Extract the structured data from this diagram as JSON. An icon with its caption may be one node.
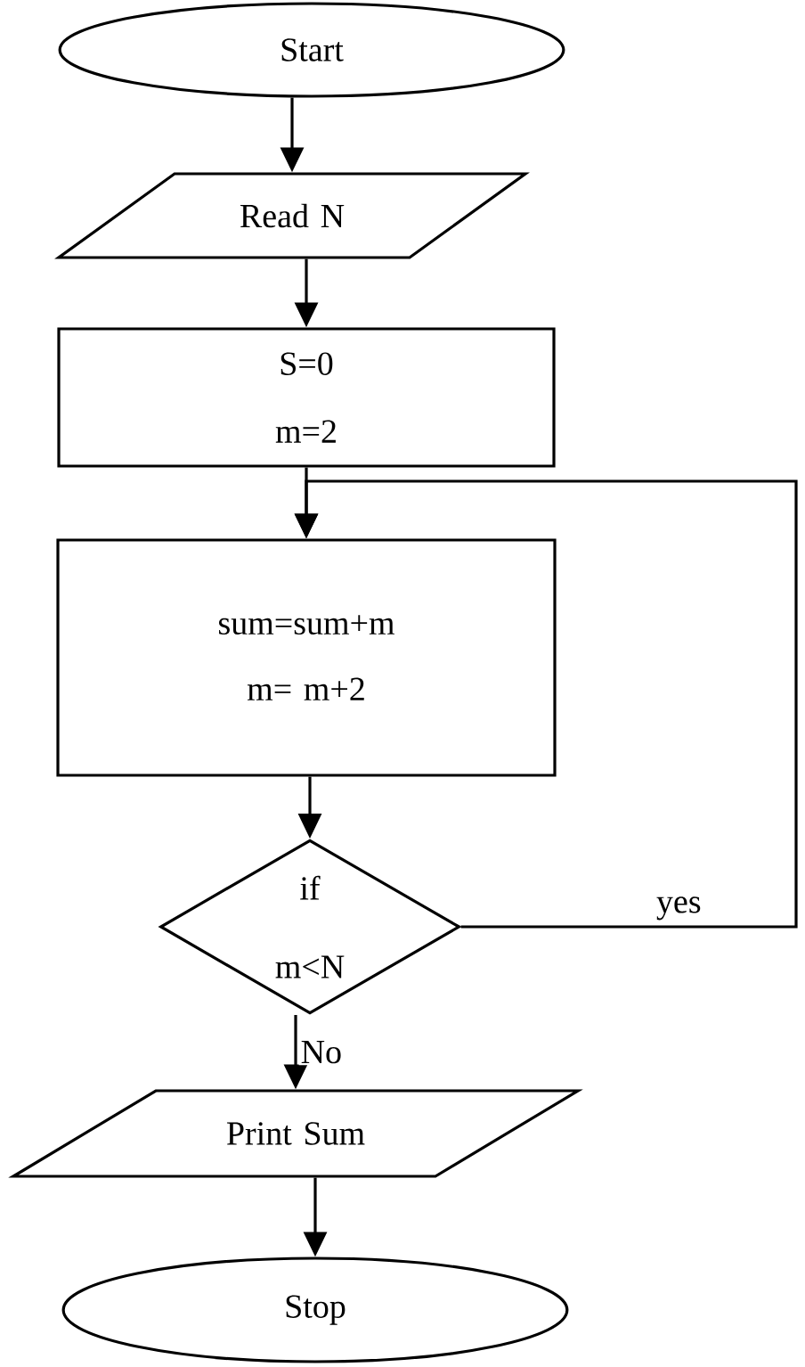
{
  "diagram": {
    "nodes": [
      {
        "text": [
          "Start"
        ]
      },
      {
        "text": [
          "Read N"
        ]
      },
      {
        "text": [
          "S=0 m=2"
        ]
      },
      {
        "text": [
          "sum=sum+m m= m+2"
        ]
      },
      {
        "text": [
          "if m<N"
        ]
      },
      {
        "text": [
          "Print Sum"
        ]
      },
      {
        "text": [
          "Stop"
        ]
      }
    ],
    "edges": [
      {
        "from": 0,
        "to": 1,
        "arrow": "to"
      },
      {
        "from": 1,
        "to": 2,
        "arrow": "to"
      },
      {
        "from": 2,
        "to": 3,
        "arrow": "to"
      },
      {
        "from": 3,
        "to": 4,
        "arrow": "to"
      },
      {
        "from": 4,
        "to": 3,
        "arrow": "to",
        "label": "yes"
      },
      {
        "from": 4,
        "to": 5,
        "arrow": "to",
        "label": "No"
      },
      {
        "from": 5,
        "to": 6,
        "arrow": "to"
      }
    ]
  }
}
